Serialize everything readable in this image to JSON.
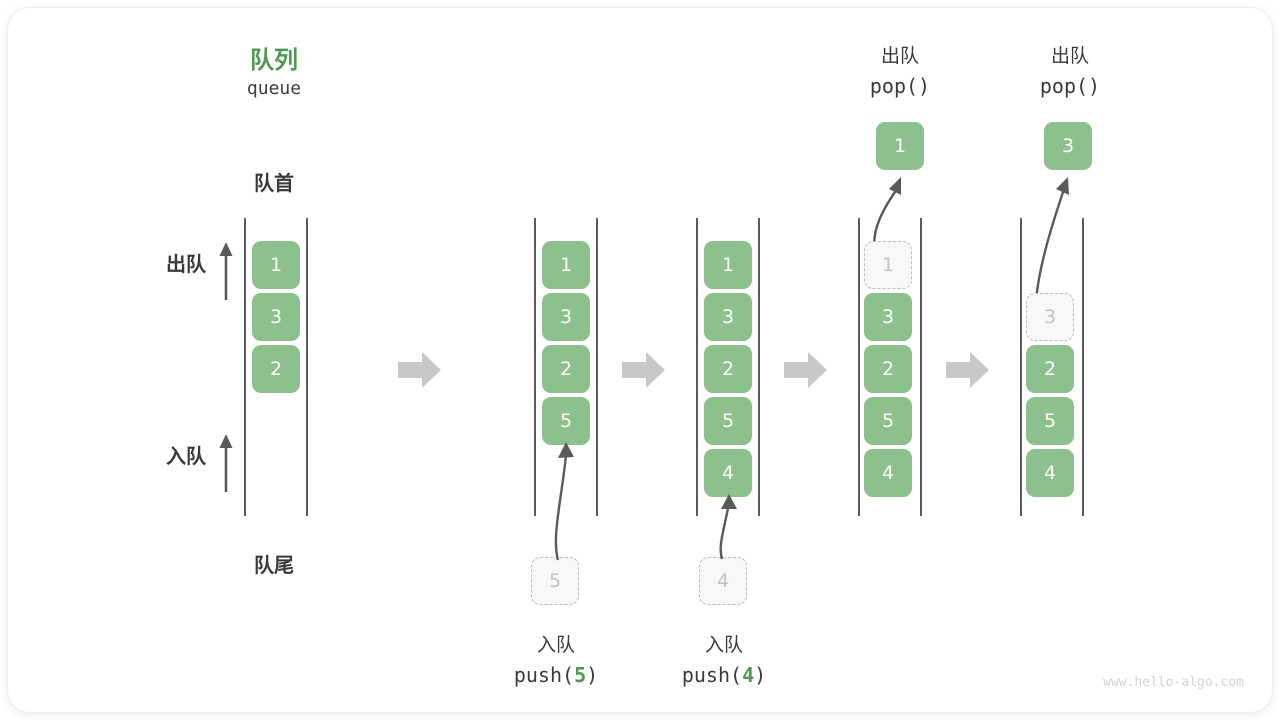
{
  "diagram": {
    "title_cn": "队列",
    "title_en": "queue",
    "front_label": "队首",
    "rear_label": "队尾",
    "dequeue_label": "出队",
    "enqueue_label": "入队",
    "watermark": "www.hello-algo.com",
    "colors": {
      "green": "#8cc08c",
      "title_green": "#4e9a51",
      "rail": "#5a5a5a",
      "ghost_fill": "#f7f7f7",
      "ghost_border": "#bdbdbd",
      "arrow_gray": "#c8c8c8"
    }
  },
  "steps": [
    {
      "id": "step-initial",
      "header_cn": "",
      "header_code": "",
      "cells": [
        "1",
        "3",
        "2"
      ],
      "start_row": 0,
      "ghost_index": null,
      "incoming": null,
      "outgoing": null,
      "caption_cn": "",
      "caption_code": "",
      "caption_arg": ""
    },
    {
      "id": "step-push-5",
      "header_cn": "",
      "header_code": "",
      "cells": [
        "1",
        "3",
        "2",
        "5"
      ],
      "start_row": 0,
      "ghost_index": null,
      "incoming": "5",
      "outgoing": null,
      "caption_cn": "入队",
      "caption_code_pre": "push(",
      "caption_arg": "5",
      "caption_code_post": ")"
    },
    {
      "id": "step-push-4",
      "header_cn": "",
      "header_code": "",
      "cells": [
        "1",
        "3",
        "2",
        "5",
        "4"
      ],
      "start_row": 0,
      "ghost_index": null,
      "incoming": "4",
      "outgoing": null,
      "caption_cn": "入队",
      "caption_code_pre": "push(",
      "caption_arg": "4",
      "caption_code_post": ")"
    },
    {
      "id": "step-pop-1",
      "header_cn": "出队",
      "header_code": "pop()",
      "cells": [
        "1",
        "3",
        "2",
        "5",
        "4"
      ],
      "start_row": 0,
      "ghost_index": 0,
      "incoming": null,
      "outgoing": "1",
      "caption_cn": "",
      "caption_code_pre": "",
      "caption_arg": "",
      "caption_code_post": ""
    },
    {
      "id": "step-pop-3",
      "header_cn": "出队",
      "header_code": "pop()",
      "cells": [
        "3",
        "2",
        "5",
        "4"
      ],
      "start_row": 1,
      "ghost_index": 0,
      "incoming": null,
      "outgoing": "3",
      "caption_cn": "",
      "caption_code_pre": "",
      "caption_arg": "",
      "caption_code_post": ""
    }
  ]
}
